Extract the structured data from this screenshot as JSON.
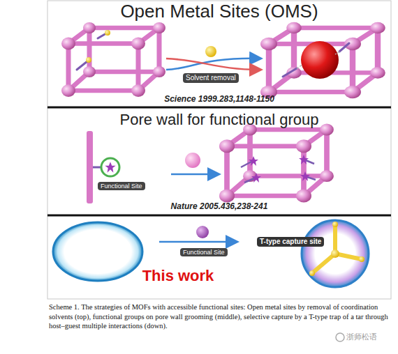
{
  "diagram": {
    "caption": "Scheme 1. The strategies of MOFs with accessible functional sites: Open metal sites by removal of coordination solvents (top), functional groups on pore wall grooming (middle), selective capture by a T-type trap of a tar through host–guest multiple interactions (down).",
    "labels": [
      "Open Metal Sites (OMS)",
      "Solvent removal",
      "Science 1999.283,1148-1150",
      "Pore wall for functional group",
      "Functional Site",
      "Nature 2005.436,238-241",
      "Functional Site",
      "T-type capture site",
      "This work",
      "浙师松语"
    ]
  }
}
